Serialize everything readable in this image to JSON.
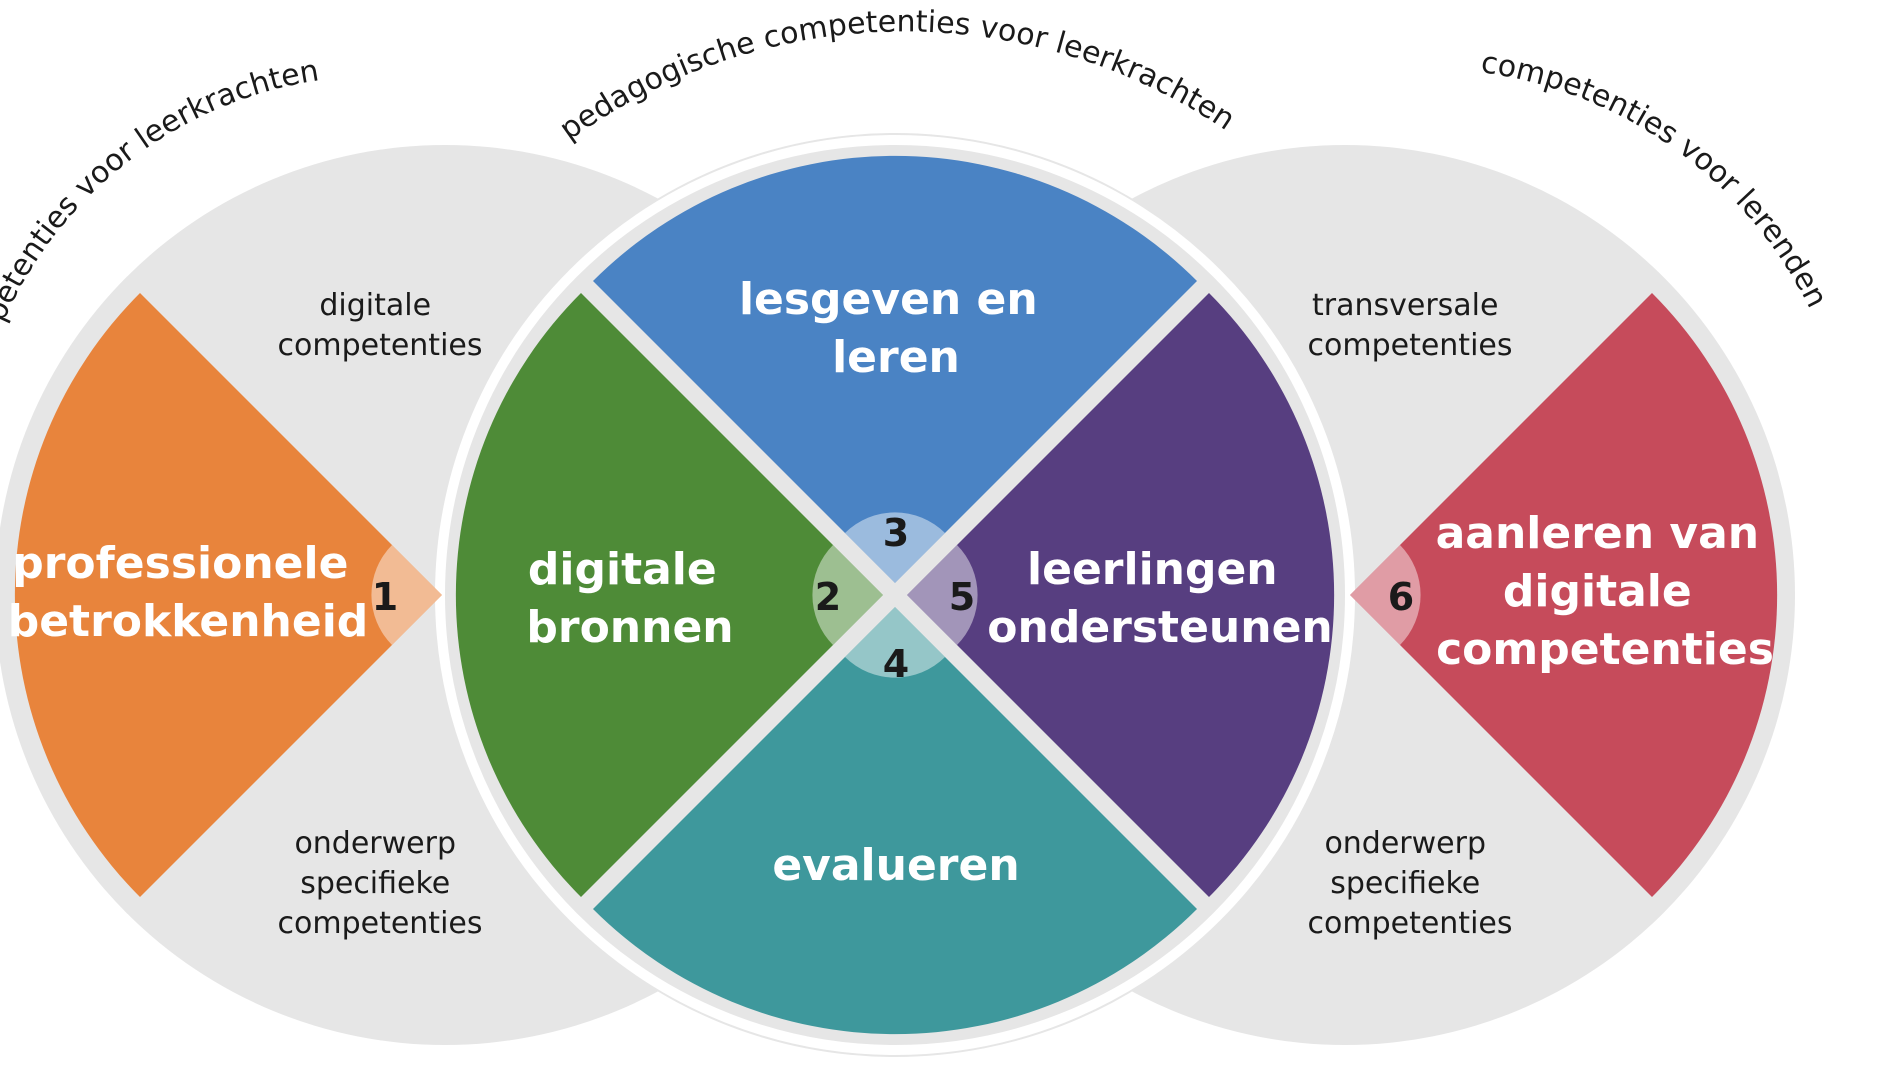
{
  "arc_titles": {
    "left": "competenties voor leerkrachten",
    "middle": "pedagogische competenties voor leerkrachten",
    "right": "competenties voor lerenden"
  },
  "left_circle": {
    "top_text": [
      "digitale",
      "competenties"
    ],
    "bottom_text": [
      "onderwerp",
      "specifieke",
      "competenties"
    ]
  },
  "right_circle": {
    "top_text": [
      "transversale",
      "competenties"
    ],
    "bottom_text": [
      "onderwerp",
      "specifieke",
      "competenties"
    ]
  },
  "segments": {
    "professional": {
      "lines": [
        "professionele",
        "betrokkenheid"
      ],
      "number": "1",
      "color": "#E8843C"
    },
    "resources": {
      "lines": [
        "digitale",
        "bronnen"
      ],
      "number": "2",
      "color": "#4E8B37"
    },
    "teaching": {
      "lines": [
        "lesgeven en",
        "leren"
      ],
      "number": "3",
      "color": "#4A83C4"
    },
    "assessment": {
      "lines": [
        "evalueren"
      ],
      "number": "4",
      "color": "#3E989C"
    },
    "empowering": {
      "lines": [
        "leerlingen",
        "ondersteunen"
      ],
      "number": "5",
      "color": "#573E80"
    },
    "facilitating": {
      "lines": [
        "aanleren van",
        "digitale",
        "competenties"
      ],
      "number": "6",
      "color": "#C64B5B"
    }
  },
  "background_color": "#E6E6E6"
}
